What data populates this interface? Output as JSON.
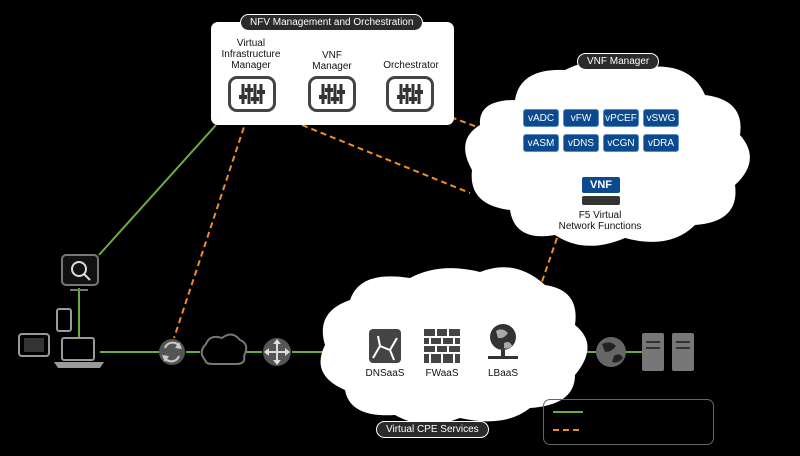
{
  "nfv": {
    "title": "NFV Management and Orchestration",
    "managers": [
      {
        "label": "Virtual\nInfrastructure\nManager",
        "icon": "sliders-icon"
      },
      {
        "label": "VNF\nManager",
        "icon": "sliders-icon"
      },
      {
        "label": "Orchestrator",
        "icon": "sliders-icon"
      }
    ]
  },
  "vnf_manager": {
    "title": "VNF Manager",
    "tiles": [
      "vADC",
      "vFW",
      "vPCEF",
      "vSWG",
      "vASM",
      "vDNS",
      "vCGN",
      "vDRA"
    ],
    "badge": "VNF",
    "caption": "F5 Virtual\nNetwork Functions"
  },
  "cpe": {
    "title": "Virtual CPE Services",
    "services": [
      {
        "label": "DNSaaS",
        "icon": "map-icon"
      },
      {
        "label": "FWaaS",
        "icon": "firewall-icon"
      },
      {
        "label": "LBaaS",
        "icon": "globe-balance-icon"
      }
    ]
  },
  "icons": [
    "monitor-search-icon",
    "tablet-icon",
    "phone-icon",
    "laptop-icon",
    "sync-icon",
    "cloud-outline-icon",
    "router-icon",
    "globe-icon",
    "server-icon"
  ],
  "colors": {
    "green_line": "#6dab3c",
    "orange_dash": "#f08c2a",
    "tile_blue": "#0b4a8f"
  }
}
